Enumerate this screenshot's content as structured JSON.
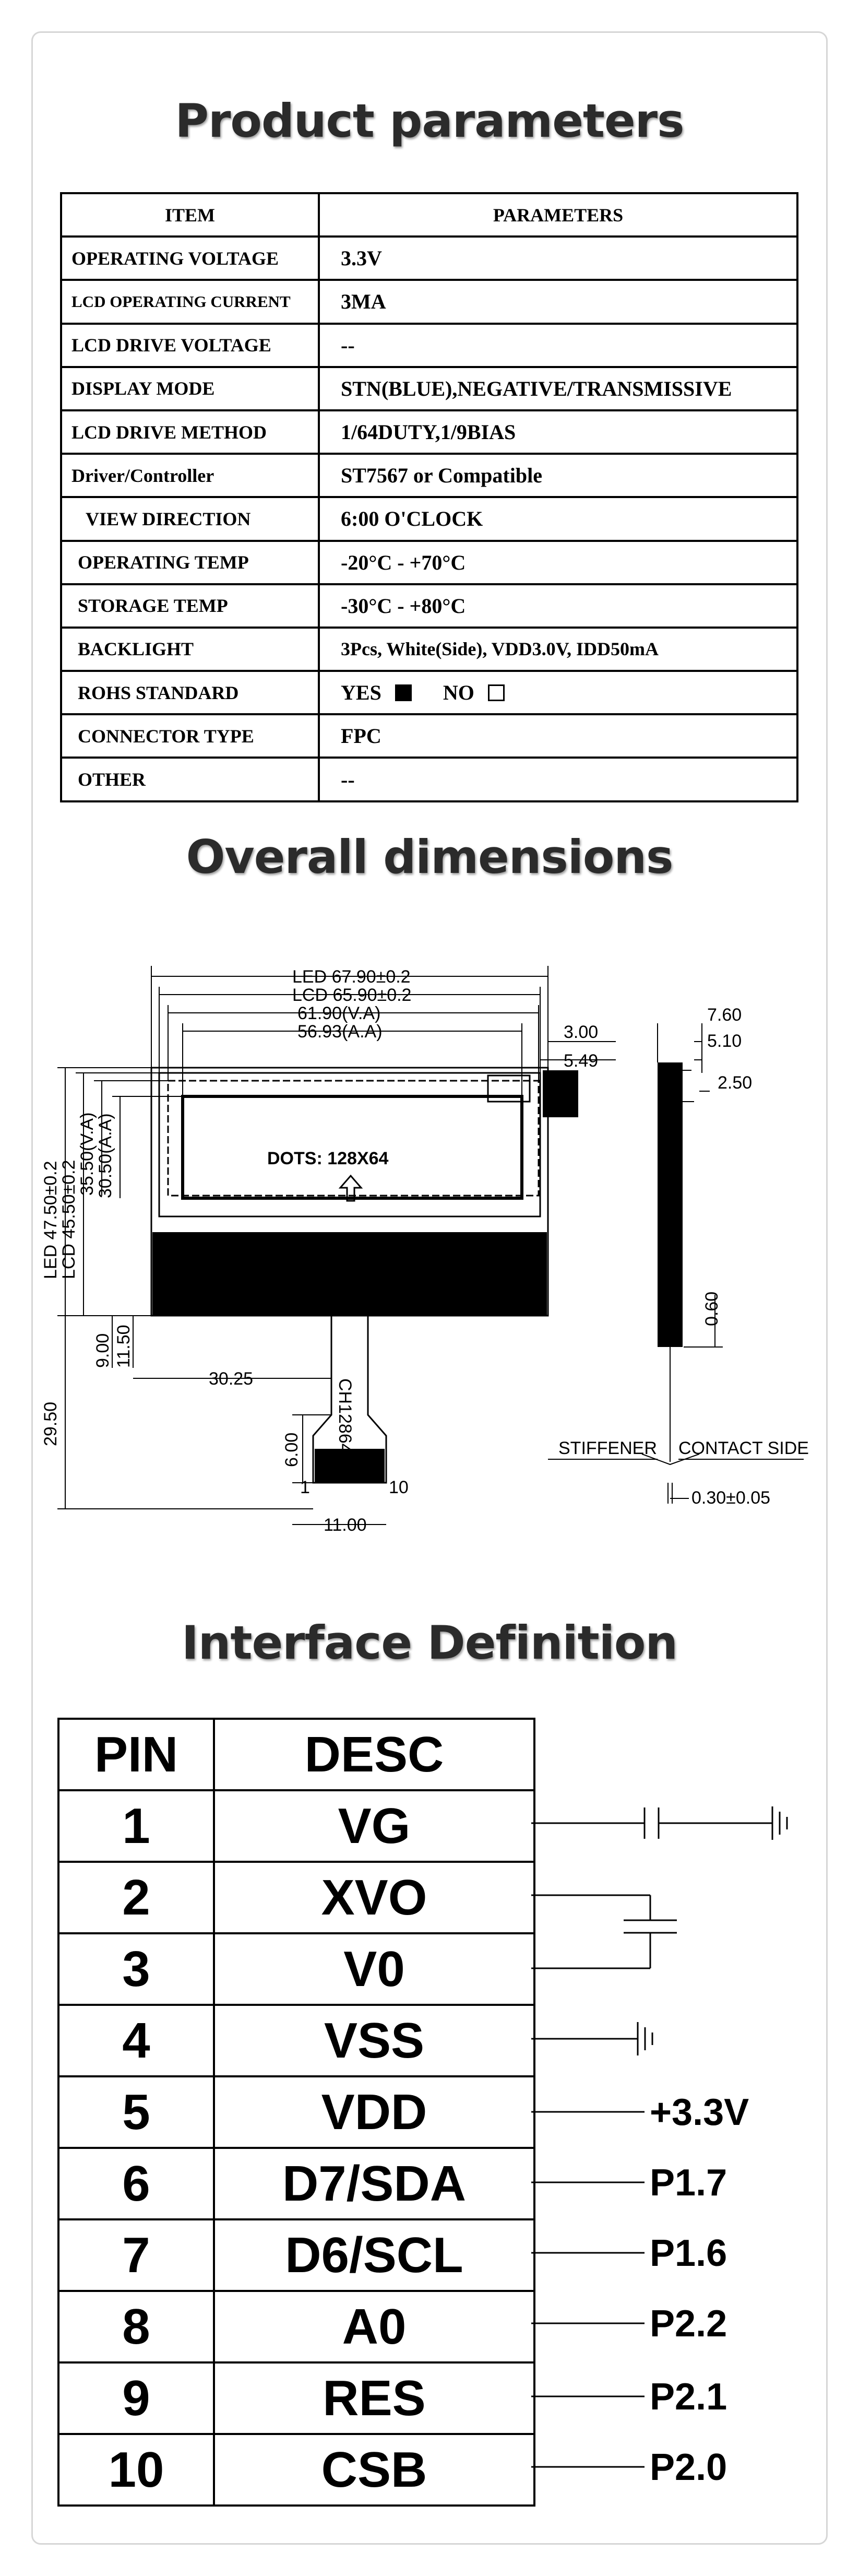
{
  "sections": {
    "params_title": "Product parameters",
    "dims_title": "Overall dimensions",
    "iface_title": "Interface Definition"
  },
  "params": {
    "header_item": "ITEM",
    "header_params": "PARAMETERS",
    "rows": [
      {
        "item": "OPERATING VOLTAGE",
        "value": "3.3V"
      },
      {
        "item": "LCD OPERATING CURRENT",
        "value": "3MA"
      },
      {
        "item": "LCD DRIVE VOLTAGE",
        "value": "--"
      },
      {
        "item": "DISPLAY MODE",
        "value": "STN(BLUE),NEGATIVE/TRANSMISSIVE"
      },
      {
        "item": "LCD DRIVE METHOD",
        "value": "1/64DUTY,1/9BIAS"
      },
      {
        "item": "Driver/Controller",
        "value": "ST7567 or Compatible"
      },
      {
        "item": "VIEW DIRECTION",
        "value": "6:00 O'CLOCK"
      },
      {
        "item": "OPERATING TEMP",
        "value": "-20°C - +70°C"
      },
      {
        "item": "STORAGE TEMP",
        "value": "-30°C - +80°C"
      },
      {
        "item": "BACKLIGHT",
        "value": "3Pcs, White(Side), VDD3.0V, IDD50mA"
      },
      {
        "item": "ROHS STANDARD",
        "yes": "YES",
        "no": "NO",
        "rohs": true
      },
      {
        "item": "CONNECTOR TYPE",
        "value": "FPC"
      },
      {
        "item": "OTHER",
        "value": "--"
      }
    ]
  },
  "dims": {
    "led_w": "LED 67.90±0.2",
    "lcd_w": "LCD 65.90±0.2",
    "va_w": "61.90(V.A)",
    "aa_w": "56.93(A.A)",
    "led_h": "LED 47.50±0.2",
    "lcd_h": "LCD 45.50±0.2",
    "va_h": "35.50(V.A)",
    "aa_h": "30.50(A.A)",
    "dots": "DOTS: 128X64",
    "d300": "3.00",
    "d549": "5.49",
    "d3025": "30.25",
    "d900": "9.00",
    "d1150": "11.50",
    "d2950": "29.50",
    "d600": "6.00",
    "d1100": "11.00",
    "pin1": "1",
    "pin10": "10",
    "fpc_code": "CH12864-98",
    "side_760": "7.60",
    "side_510": "5.10",
    "side_250": "2.50",
    "side_060": "0.60",
    "stiffener": "STIFFENER",
    "contact": "CONTACT SIDE",
    "thick": "0.30±0.05"
  },
  "iface": {
    "header_pin": "PIN",
    "header_desc": "DESC",
    "rows": [
      {
        "pin": "1",
        "desc": "VG",
        "signal": ""
      },
      {
        "pin": "2",
        "desc": "XVO",
        "signal": ""
      },
      {
        "pin": "3",
        "desc": "V0",
        "signal": ""
      },
      {
        "pin": "4",
        "desc": "VSS",
        "signal": ""
      },
      {
        "pin": "5",
        "desc": "VDD",
        "signal": "+3.3V"
      },
      {
        "pin": "6",
        "desc": "D7/SDA",
        "signal": "P1.7"
      },
      {
        "pin": "7",
        "desc": "D6/SCL",
        "signal": "P1.6"
      },
      {
        "pin": "8",
        "desc": "A0",
        "signal": "P2.2"
      },
      {
        "pin": "9",
        "desc": "RES",
        "signal": "P2.1"
      },
      {
        "pin": "10",
        "desc": "CSB",
        "signal": "P2.0"
      }
    ]
  }
}
